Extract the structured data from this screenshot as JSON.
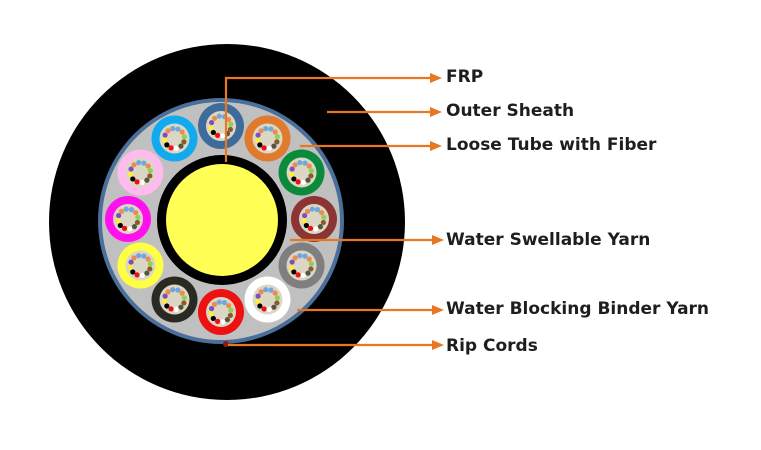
{
  "labels": {
    "frp": "FRP",
    "outer_sheath": "Outer Sheath",
    "loose_tube": "Loose Tube with Fiber",
    "water_swellable_yarn": "Water Swellable Yarn",
    "water_blocking_binder_yarn": "Water Blocking Binder Yarn",
    "rip_cords": "Rip Cords"
  },
  "colors": {
    "arrow": "#e87722",
    "sheath": "#000000",
    "binder_ring": "#4a6f9a",
    "filler": "#c0c0c0",
    "frp": "#ffff55",
    "tube_inner": "#dcd6c4"
  },
  "tube_colors": [
    "#3d6b9a",
    "#e07a2e",
    "#0a8a3a",
    "#8b3434",
    "#7f7f7f",
    "#ffffff",
    "#ee1111",
    "#2a2a22",
    "#ffff44",
    "#ff11ee",
    "#ffbbee",
    "#11aaee"
  ],
  "fiber_colors": [
    "#6fa8dc",
    "#6fa8dc",
    "#f08a4b",
    "#8fcf5a",
    "#8b5a2b",
    "#555544",
    "#ffffff",
    "#ee1111",
    "#000000",
    "#ffee33",
    "#7a4fbf",
    "#f08a4b"
  ]
}
